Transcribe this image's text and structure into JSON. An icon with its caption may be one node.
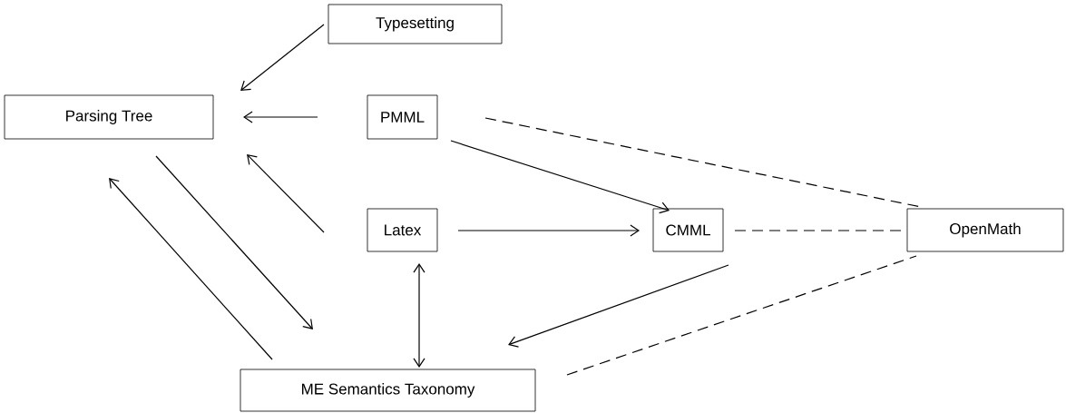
{
  "diagram": {
    "nodes": [
      {
        "text": [
          "Typesetting"
        ]
      },
      {
        "text": [
          "Parsing Tree"
        ]
      },
      {
        "text": [
          "PMML"
        ]
      },
      {
        "text": [
          "Latex"
        ]
      },
      {
        "text": [
          "CMML"
        ]
      },
      {
        "text": [
          "OpenMath"
        ]
      },
      {
        "text": [
          "ME Semantics Taxonomy"
        ]
      }
    ],
    "edges": [
      {
        "from": 0,
        "to": 1,
        "arrow": "to"
      },
      {
        "from": 2,
        "to": 1,
        "arrow": "to"
      },
      {
        "from": 3,
        "to": 1,
        "arrow": "to"
      },
      {
        "from": 1,
        "to": 6,
        "arrow": "to"
      },
      {
        "from": 6,
        "to": 1,
        "arrow": "to"
      },
      {
        "from": 2,
        "to": 4,
        "arrow": "to"
      },
      {
        "from": 3,
        "to": 4,
        "arrow": "to"
      },
      {
        "from": 3,
        "to": 6,
        "arrow": "both"
      },
      {
        "from": 4,
        "to": 6,
        "arrow": "to"
      },
      {
        "from": 2,
        "to": 5,
        "arrow": "none",
        "style": "dashed"
      },
      {
        "from": 4,
        "to": 5,
        "arrow": "none",
        "style": "dashed"
      },
      {
        "from": 6,
        "to": 5,
        "arrow": "none",
        "style": "dashed"
      }
    ]
  }
}
